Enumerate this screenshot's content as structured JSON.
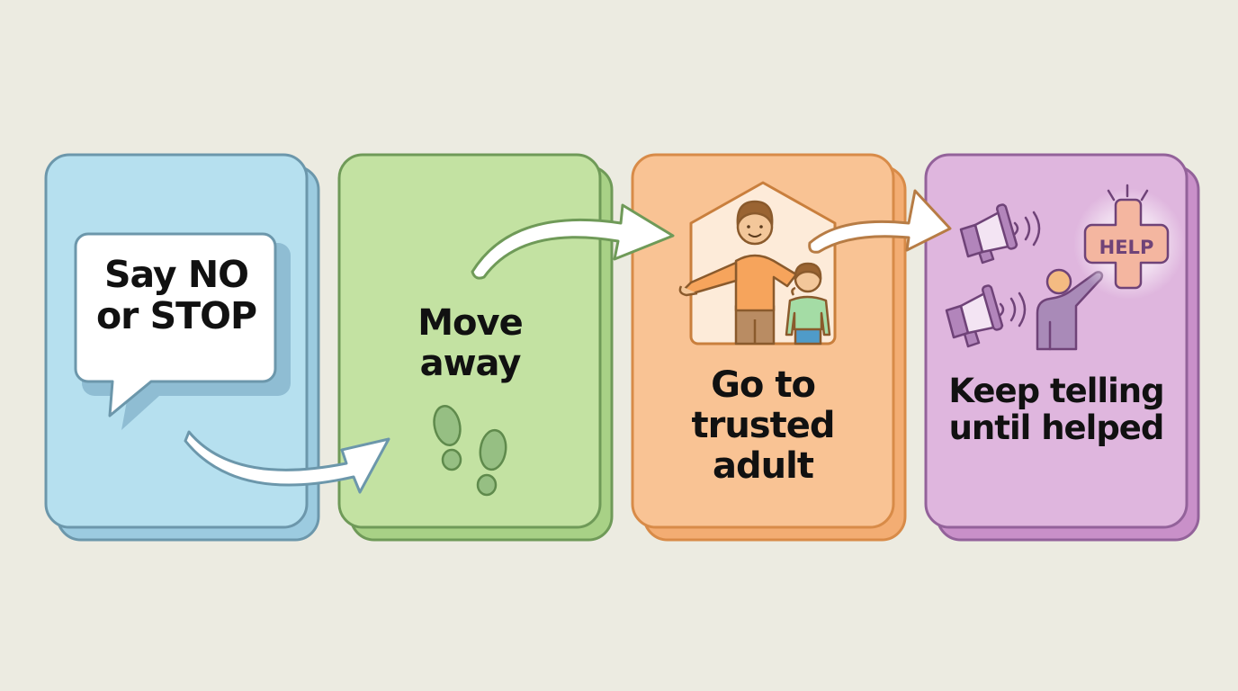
{
  "diagram": {
    "type": "process-flow",
    "background_color": "#ecebe1",
    "steps": [
      {
        "index": 1,
        "label": "Say NO\nor STOP",
        "icon": "speech-bubble-icon",
        "fill": "#b6e0ef",
        "stroke": "#6c97ab",
        "back_fill": "#9ccbe0"
      },
      {
        "index": 2,
        "label": "Move\naway",
        "icon": "footprints-icon",
        "fill": "#c3e2a2",
        "stroke": "#6f9a58",
        "back_fill": "#a8d186"
      },
      {
        "index": 3,
        "label": "Go to\ntrusted\nadult",
        "icon": "adult-and-child-in-house-icon",
        "fill": "#f9c394",
        "stroke": "#d88b48",
        "back_fill": "#f3ad73"
      },
      {
        "index": 4,
        "label": "Keep telling\nuntil helped",
        "icon": "megaphones-and-help-sign-icon",
        "help_sign_text": "HELP",
        "fill": "#dfb6de",
        "stroke": "#93629a",
        "back_fill": "#c990c9"
      }
    ],
    "connectors": [
      {
        "from": 1,
        "to": 2,
        "icon": "curved-arrow-icon"
      },
      {
        "from": 2,
        "to": 3,
        "icon": "curved-arrow-icon"
      },
      {
        "from": 3,
        "to": 4,
        "icon": "curved-arrow-icon"
      }
    ]
  }
}
